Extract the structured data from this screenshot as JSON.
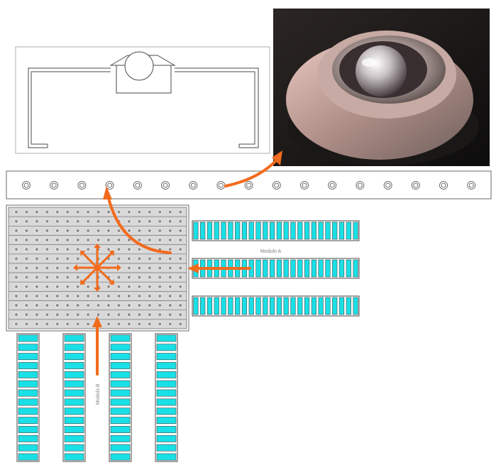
{
  "labels": {
    "module_a": "Modulo A",
    "module_b": "Modulo B"
  },
  "counts": {
    "strip_balls": 17,
    "table_rows": 13,
    "table_cols": 17,
    "module_a_rows": 3,
    "module_a_slats": 24,
    "module_b_columns": 4,
    "module_b_slats": 14
  },
  "colors": {
    "arrow": "#f26b1d",
    "conveyor": "#19e0e6",
    "line": "#4a4a4a",
    "table_bg": "#d9d9d9",
    "ball": "#8c8c8c"
  },
  "icons": {
    "ball_transfer_photo": "ball-transfer-unit-photo",
    "ball_transfer_drawing": "ball-transfer-section-drawing"
  }
}
